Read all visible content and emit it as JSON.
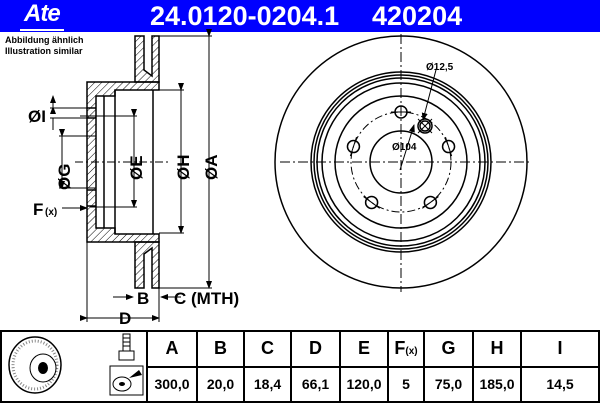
{
  "header": {
    "brand": "Ate",
    "part_number": "24.0120-0204.1",
    "ref_number": "420204",
    "bg_color": "#0000ff"
  },
  "note": {
    "line1": "Abbildung ähnlich",
    "line2": "Illustration similar"
  },
  "side_view": {
    "labels": {
      "I": "ØI",
      "G": "ØG",
      "E": "ØE",
      "H": "ØH",
      "A": "ØA",
      "F": "F",
      "F_sub": "(x)",
      "B": "B",
      "C": "C (MTH)",
      "D": "D"
    }
  },
  "front_view": {
    "hole_dia": "Ø12,5",
    "pcd": "Ø104",
    "bolt_holes": 5
  },
  "table": {
    "headers": [
      "A",
      "B",
      "C",
      "D",
      "E",
      "F",
      "G",
      "H",
      "I"
    ],
    "f_sub": "(x)",
    "values": [
      "300,0",
      "20,0",
      "18,4",
      "66,1",
      "120,0",
      "5",
      "75,0",
      "185,0",
      "14,5"
    ]
  }
}
